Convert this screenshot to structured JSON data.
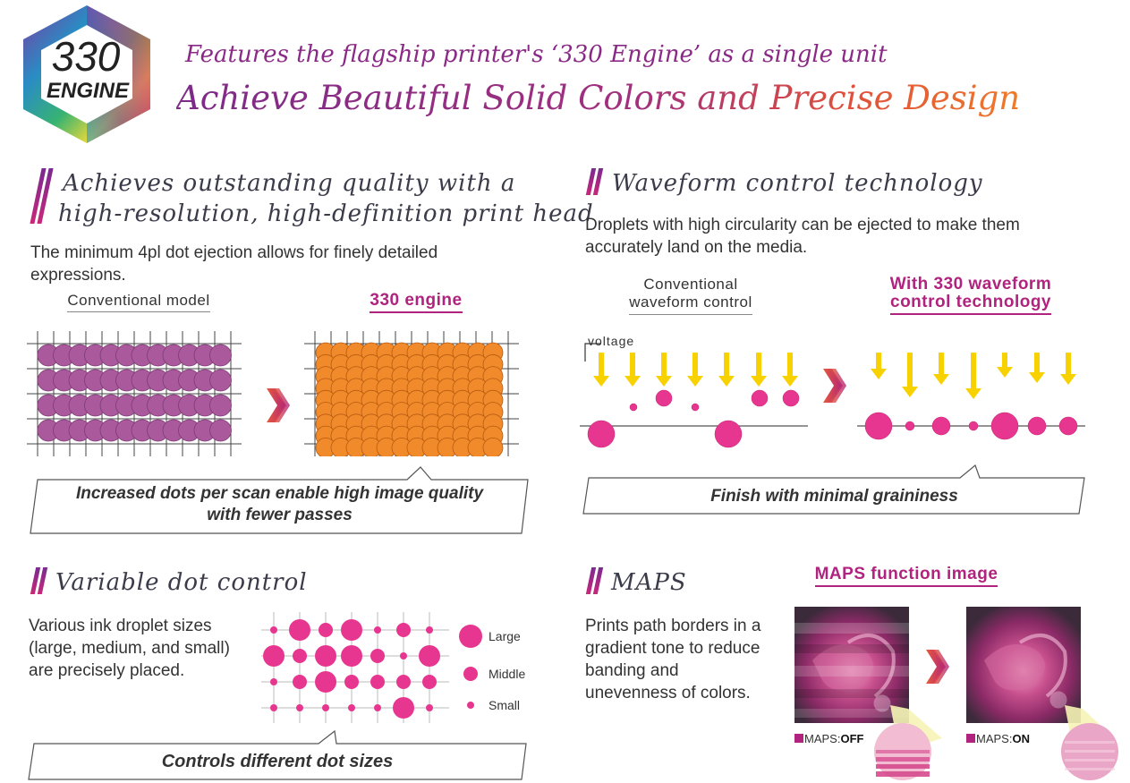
{
  "header": {
    "logo_number": "330",
    "logo_word": "ENGINE",
    "subtitle": "Features the flagship printer's ‘330 Engine’ as a single unit",
    "title": "Achieve Beautiful Solid Colors and Precise Design"
  },
  "sections": {
    "head": {
      "title_line1": "Achieves outstanding quality with a",
      "title_line2": "high-resolution, high-definition print head",
      "body_line1": "The minimum 4pl dot ejection allows for finely detailed",
      "body_line2": "expressions.",
      "label_left": "Conventional model",
      "label_right": "330 engine",
      "callout_line1": "Increased dots per scan enable high image quality",
      "callout_line2": "with fewer passes"
    },
    "waveform": {
      "title": "Waveform control technology",
      "body_line1": "Droplets with high circularity can be ejected to make them",
      "body_line2": "accurately land on the media.",
      "label_left_line1": "Conventional",
      "label_left_line2": "waveform control",
      "label_right_line1": "With 330 waveform",
      "label_right_line2": "control technology",
      "voltage_label": "voltage",
      "callout": "Finish with minimal graininess"
    },
    "variable": {
      "title": "Variable dot control",
      "body_line1": "Various ink droplet sizes",
      "body_line2": "(large, medium, and small)",
      "body_line3": "are precisely placed.",
      "legend_large": "Large",
      "legend_middle": "Middle",
      "legend_small": "Small",
      "callout": "Controls different dot sizes"
    },
    "maps": {
      "title": "MAPS",
      "image_title": "MAPS function image",
      "body_line1": "Prints path borders in a",
      "body_line2": "gradient tone to reduce",
      "body_line3": "banding and",
      "body_line4": "unevenness of colors.",
      "off_prefix": "MAPS:",
      "off_value": "OFF",
      "on_prefix": "MAPS:",
      "on_value": "ON"
    }
  },
  "colors": {
    "purple_dot": "#a9599c",
    "orange_dot": "#f08a2a",
    "magenta": "#e6368f",
    "arrow_yellow": "#f7d200",
    "accent": "#b0237e"
  }
}
